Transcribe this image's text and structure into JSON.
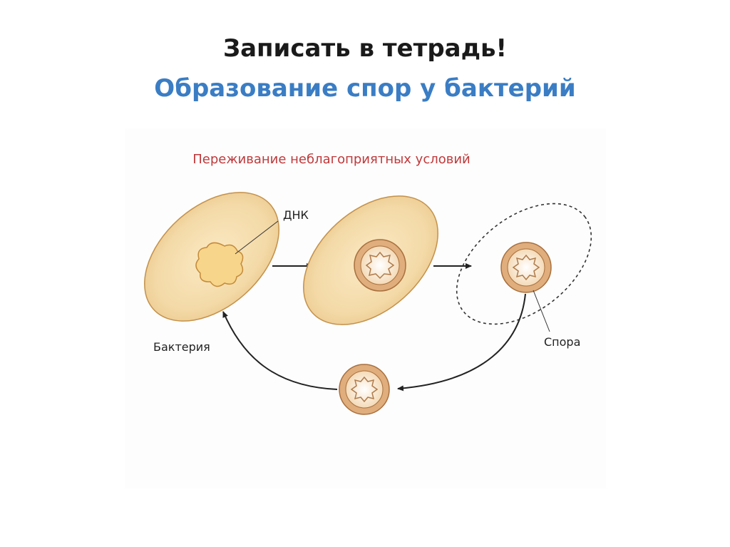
{
  "slide": {
    "instruction": "Записать в тетрадь!",
    "title": "Образование спор у бактерий"
  },
  "diagram": {
    "heading": "Переживание неблагоприятных условий",
    "labels": {
      "dna": "ДНК",
      "bacterium": "Бактерия",
      "spore": "Спора"
    },
    "colors": {
      "heading": "#c0393b",
      "title_blue": "#3a7dc4",
      "cell_fill": "#f3d9a6",
      "cell_stroke": "#c4914a",
      "dna_fill": "#f7d58a",
      "spore_ring": "#d9a06b",
      "spore_core": "#fbeed8"
    }
  }
}
